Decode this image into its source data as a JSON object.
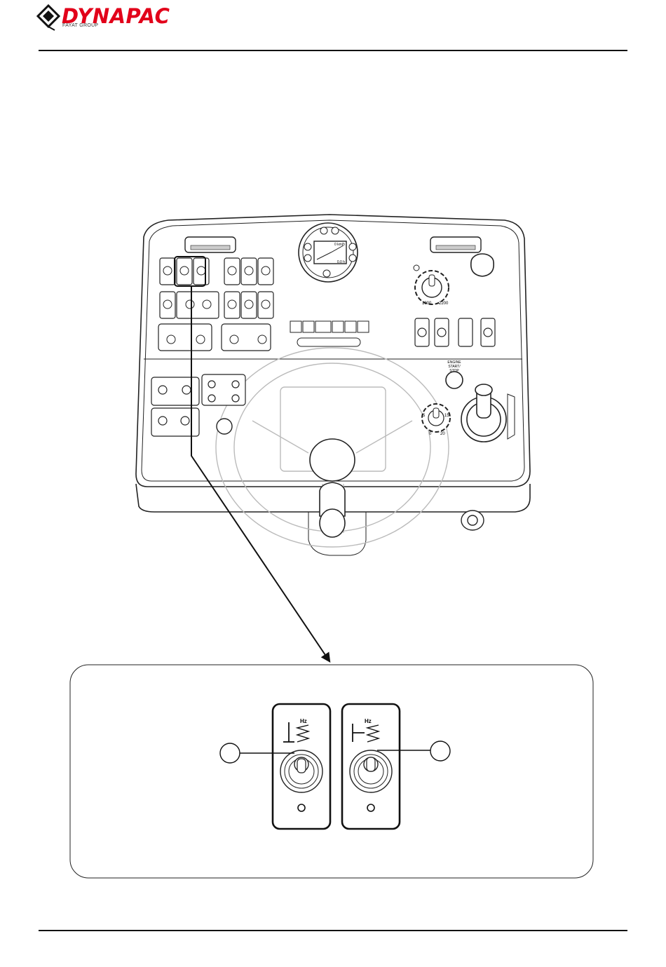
{
  "brand": {
    "name": "DYNAPAC",
    "group": "FAYAT GROUP",
    "color_red": "#e2001a"
  },
  "control_panel": {
    "rpm_low": "1000",
    "rpm_high": "2200",
    "engine_label_line1": "ENGINE",
    "engine_label_line2": "START/",
    "engine_label_line3": "STOP",
    "speed_dial_values": [
      "5",
      "15",
      "0",
      "20"
    ],
    "display_speed": "0 km/h",
    "display_value": "0.0 h"
  },
  "detail": {
    "switch_left_label": "Hz",
    "switch_right_label": "Hz"
  }
}
